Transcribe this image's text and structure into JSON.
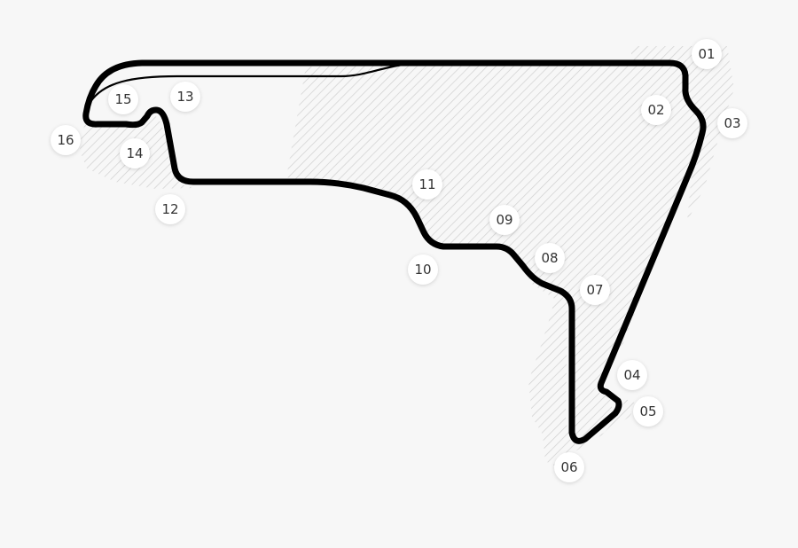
{
  "track": {
    "line_color": "#000000",
    "runoff_stroke": "#cfcfcf",
    "background": "#f7f7f7"
  },
  "turns": [
    {
      "label": "01"
    },
    {
      "label": "02"
    },
    {
      "label": "03"
    },
    {
      "label": "04"
    },
    {
      "label": "05"
    },
    {
      "label": "06"
    },
    {
      "label": "07"
    },
    {
      "label": "08"
    },
    {
      "label": "09"
    },
    {
      "label": "10"
    },
    {
      "label": "11"
    },
    {
      "label": "12"
    },
    {
      "label": "13"
    },
    {
      "label": "14"
    },
    {
      "label": "15"
    },
    {
      "label": "16"
    }
  ]
}
